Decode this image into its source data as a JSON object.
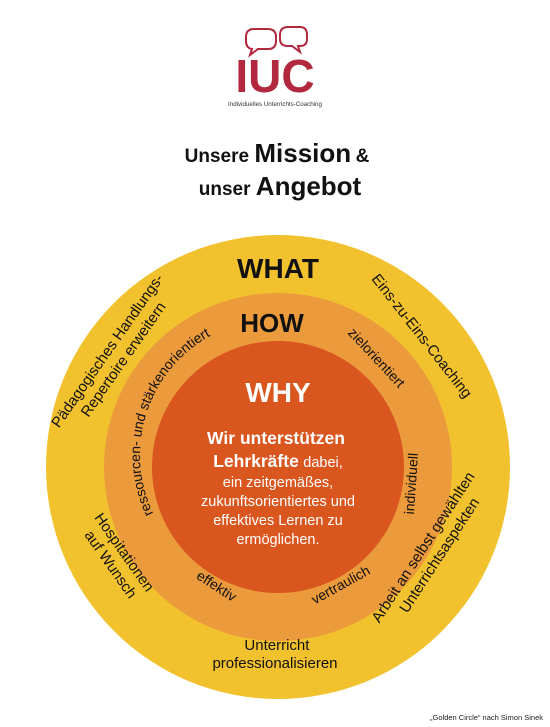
{
  "logo": {
    "letters": "IUC",
    "subtitle": "Individuelles Unterrichts-Coaching",
    "brand_color": "#B2283E"
  },
  "title": {
    "line1_prefix": "Unsere ",
    "line1_bold": "Mission",
    "line1_suffix": " &",
    "line2_prefix": "unser ",
    "line2_bold": "Angebot"
  },
  "circle": {
    "what": {
      "heading": "WHAT",
      "color": "#F2C12E",
      "items": {
        "top_left": [
          "Pädagogisches Handlungs-",
          "Repertoire erweitern"
        ],
        "top_right": [
          "Eins-zu-Eins-Coaching"
        ],
        "left": [
          "Hospitationen",
          "auf Wunsch"
        ],
        "right": [
          "Arbeit an selbst gewählten",
          "Unterrichtsaspekten"
        ],
        "bottom": [
          "Unterricht",
          "professionalisieren"
        ]
      }
    },
    "how": {
      "heading": "HOW",
      "color": "#EB9A3C",
      "items": {
        "left": "ressourcen- und stärkenorientiert",
        "top_right": "zielorientiert",
        "right": "individuell",
        "bottom_left": "effektiv",
        "bottom_right": "vertraulich"
      }
    },
    "why": {
      "heading": "WHY",
      "color": "#D9561E",
      "line1": "Wir unterstützen",
      "line2_bold": "Lehrkräfte",
      "line2_rest": " dabei,",
      "line3": "ein zeitgemäßes,",
      "line4": "zukunftsorientiertes und",
      "line5": "effektives Lernen zu",
      "line6": "ermöglichen."
    }
  },
  "credit": "„Golden Circle“ nach Simon Sinek"
}
